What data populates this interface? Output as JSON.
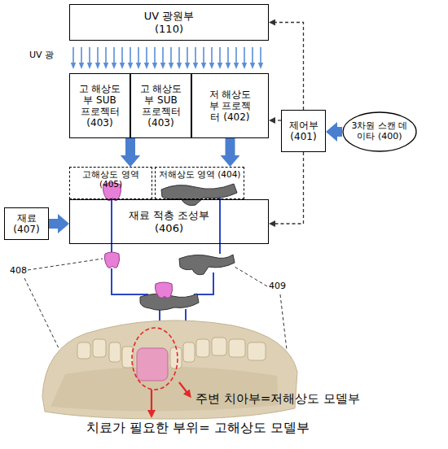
{
  "diagram": {
    "nodes": [
      {
        "text": [
          "UV 광원부 (110)"
        ]
      },
      {
        "text": [
          "고 해상도부 SUB 프로젝터 (403)"
        ]
      },
      {
        "text": [
          "고 해상도부 SUB 프로젝터 (403)"
        ]
      },
      {
        "text": [
          "저 해상도부 프로젝터 (402)"
        ]
      },
      {
        "text": [
          "제어부 (401)"
        ]
      },
      {
        "text": [
          "3차원 스캔 데이타 (400)"
        ]
      },
      {
        "text": [
          "고해상도 영역 (405)"
        ]
      },
      {
        "text": [
          "저해상도 영역 (404)"
        ]
      },
      {
        "text": [
          "재료 (407)"
        ]
      },
      {
        "text": [
          "재료 적층 조성부 (406)"
        ]
      }
    ],
    "edges": [
      {
        "from": 5,
        "to": 4,
        "arrow": "to"
      },
      {
        "from": 4,
        "to": 0,
        "arrow": "to"
      },
      {
        "from": 4,
        "to": 3,
        "arrow": "to"
      },
      {
        "from": 1,
        "to": 6,
        "arrow": "to"
      },
      {
        "from": 2,
        "to": 6,
        "arrow": "to"
      },
      {
        "from": 3,
        "to": 7,
        "arrow": "to"
      },
      {
        "from": 8,
        "to": 9,
        "arrow": "to"
      },
      {
        "from": 4,
        "to": 9,
        "arrow": "to"
      }
    ],
    "labels": [
      "UV 광",
      "408",
      "409",
      "주변 치아부=저해상도 모델부",
      "치료가 필요한 부위= 고해상도 모델부"
    ]
  }
}
